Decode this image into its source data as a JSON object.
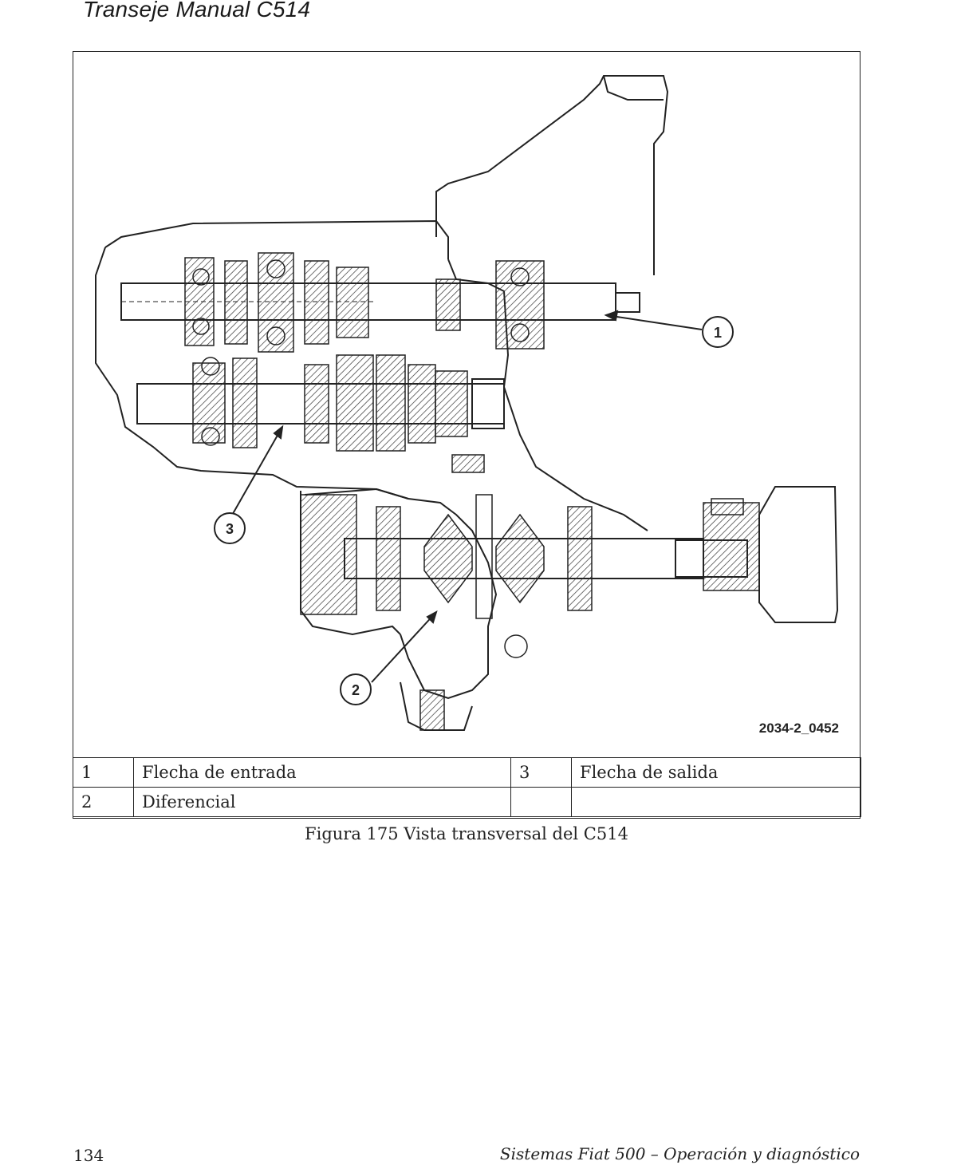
{
  "header": {
    "title": "Transeje Manual C514"
  },
  "figure": {
    "code": "2034-2_0452",
    "callouts": [
      "1",
      "2",
      "3"
    ],
    "legend": [
      {
        "num": "1",
        "label": "Flecha de entrada",
        "num2": "3",
        "label2": "Flecha de salida"
      },
      {
        "num": "2",
        "label": "Diferencial",
        "num2": "",
        "label2": ""
      }
    ],
    "caption": "Figura 175 Vista transversal del C514"
  },
  "footer": {
    "page_number": "134",
    "title": "Sistemas Fiat 500 – Operación y diagnóstico"
  }
}
